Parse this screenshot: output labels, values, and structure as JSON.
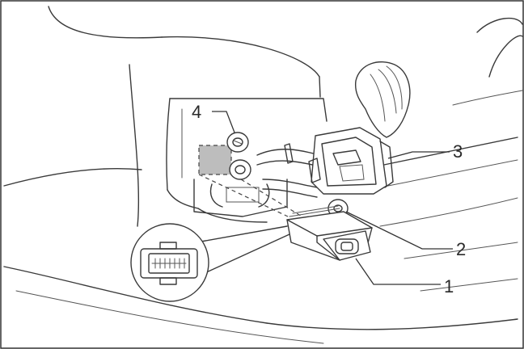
{
  "callouts": [
    {
      "id": "1",
      "label": "1"
    },
    {
      "id": "2",
      "label": "2"
    },
    {
      "id": "3",
      "label": "3"
    },
    {
      "id": "4",
      "label": "4"
    }
  ],
  "colors": {
    "line": "#3a3a3a",
    "shade": "#bdbdbd",
    "background": "#ffffff"
  }
}
